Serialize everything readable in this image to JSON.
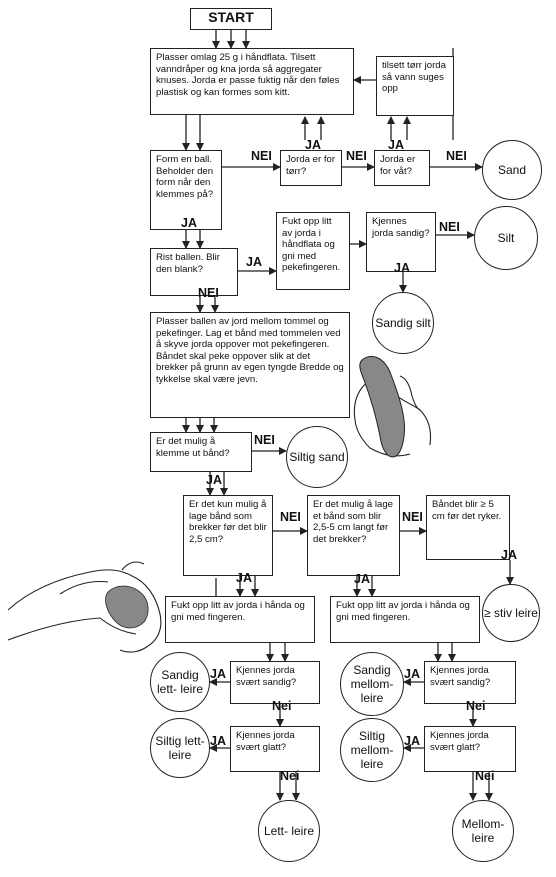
{
  "start": "START",
  "boxes": {
    "plasser": "Plasser omlag 25 g i håndflata. Tilsett vanndråper og kna jorda så aggregater knuses. Jorda er passe fuktig når den føles plastisk og kan formes som kitt.",
    "tilsett": "tilsett tørr jorda så vann suges opp",
    "form_ball": "Form en ball. Beholder den form når den klemmes på?",
    "for_torr": "Jorda er for tørr?",
    "for_vat": "Jorda er for våt?",
    "rist": "Rist ballen. Blir den blank?",
    "fukt1": "Fukt opp litt av jorda i håndflata og gni med pekefingeren.",
    "kjennes_sandig1": "Kjennes jorda sandig?",
    "plasser_ball": "Plasser ballen av jord mellom tommel og pekefinger. Lag et bånd med tommelen ved å skyve jorda oppover mot pekefingeren. Båndet skal peke oppover slik at det brekker på grunn av egen tyngde Bredde og tykkelse skal være jevn.",
    "klemme": "Er det mulig å klemme ut bånd?",
    "kun_bard": "Er det kun mulig å lage bånd som brekker før det blir 2,5 cm?",
    "mulig_25_5": "Er det mulig å lage et bånd som blir 2,5-5 cm langt før det brekker?",
    "bandet": "Båndet blir ≥ 5 cm før det ryker.",
    "fukt_left": "Fukt opp litt av jorda i hånda og gni med fingeren.",
    "fukt_right": "Fukt opp litt av jorda i hånda og gni med fingeren.",
    "svaert_sandig_left": "Kjennes jorda svært sandig?",
    "svaert_glatt_left": "Kjennes jorda svært glatt?",
    "svaert_sandig_right": "Kjennes jorda svært sandig?",
    "svaert_glatt_right": "Kjennes jorda svært glatt?"
  },
  "results": {
    "sand": "Sand",
    "silt": "Silt",
    "sandig_silt": "Sandig silt",
    "siltig_sand": "Siltig sand",
    "stiv_leire": "≥ stiv leire",
    "sandig_lettleire": "Sandig lett- leire",
    "siltig_lettleire": "Siltig lett- leire",
    "lettleire": "Lett- leire",
    "sandig_mellomleire": "Sandig mellom- leire",
    "siltig_mellomleire": "Siltig mellom- leire",
    "mellomleire": "Mellom- leire"
  },
  "labels": {
    "ja": "JA",
    "nei": "NEI",
    "nei_lower": "Nei"
  },
  "colors": {
    "line": "#222222",
    "hand_fill": "#888888"
  }
}
